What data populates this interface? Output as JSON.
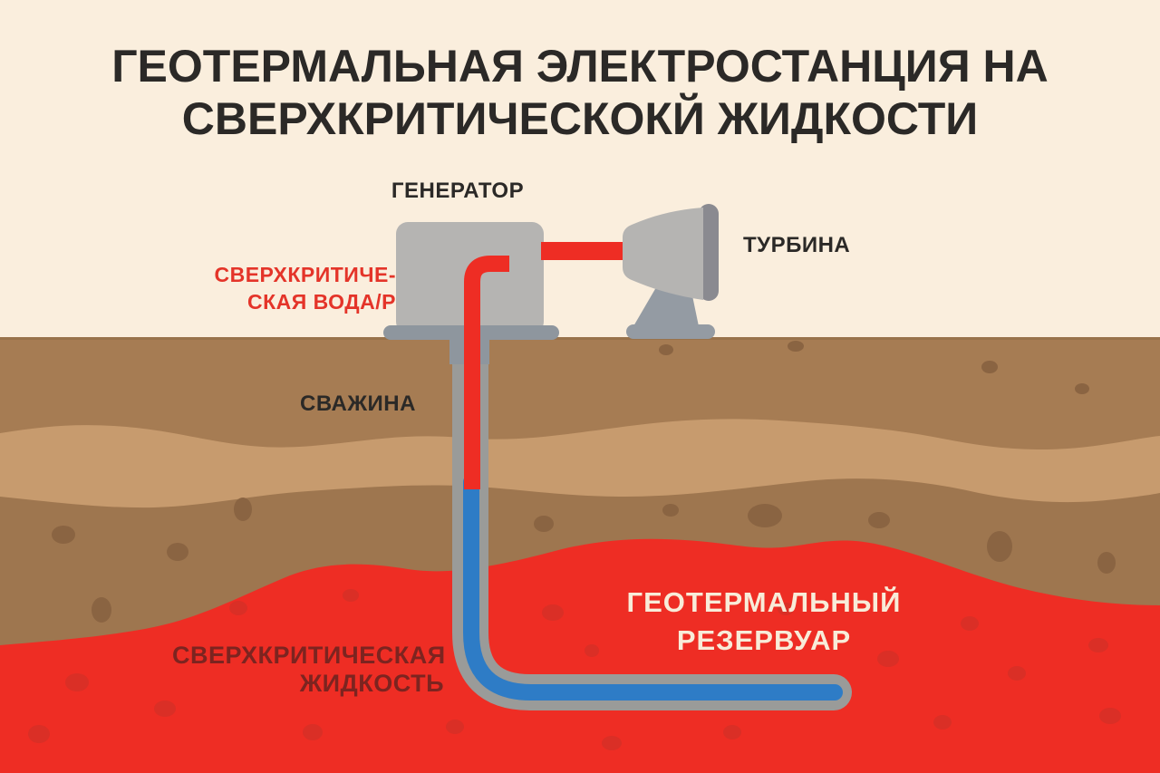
{
  "title": {
    "line1": "ГЕОТЕРМАЛЬНАЯ ЭЛЕКТРОСТАНЦИЯ НА",
    "line2": "СВЕРХКРИТИЧЕСКОКЙ ЖИДКОСТИ"
  },
  "labels": {
    "generator": "ГЕНЕРАТОР",
    "turbine": "ТУРБИНА",
    "supercritical_water": {
      "line1": "СВЕРХКРИТИЧЕ-",
      "line2": "СКАЯ ВОДА/Р"
    },
    "well": "СВАЖИНА",
    "reservoir": {
      "line1": "ГЕОТЕРМАЛЬНЫЙ",
      "line2": "РЕЗЕРВУАР"
    },
    "supercritical_fluid": {
      "line1": "СВЕРХКРИТИЧЕСКАЯ",
      "line2": "ЖИДКОСТЬ"
    }
  },
  "colors": {
    "background_cream": "#faeedd",
    "text_dark": "#2b2927",
    "accent_red": "#ee2d24",
    "reservoir_spot_red": "#da2f26",
    "text_red": "#e43429",
    "text_maroon": "#7c2420",
    "reservoir_label_cream": "#f8ecd9",
    "pipe_blue": "#2e7cc6",
    "machine_gray_light": "#b5b4b2",
    "machine_gray_dark": "#8e969e",
    "pipe_casing_gray": "#9a9b99",
    "soil_brown_top": "#a67c53",
    "soil_tan_band": "#c79b6e",
    "soil_brown_deep": "#9e764f",
    "soil_spot_brown": "#8a6442"
  }
}
